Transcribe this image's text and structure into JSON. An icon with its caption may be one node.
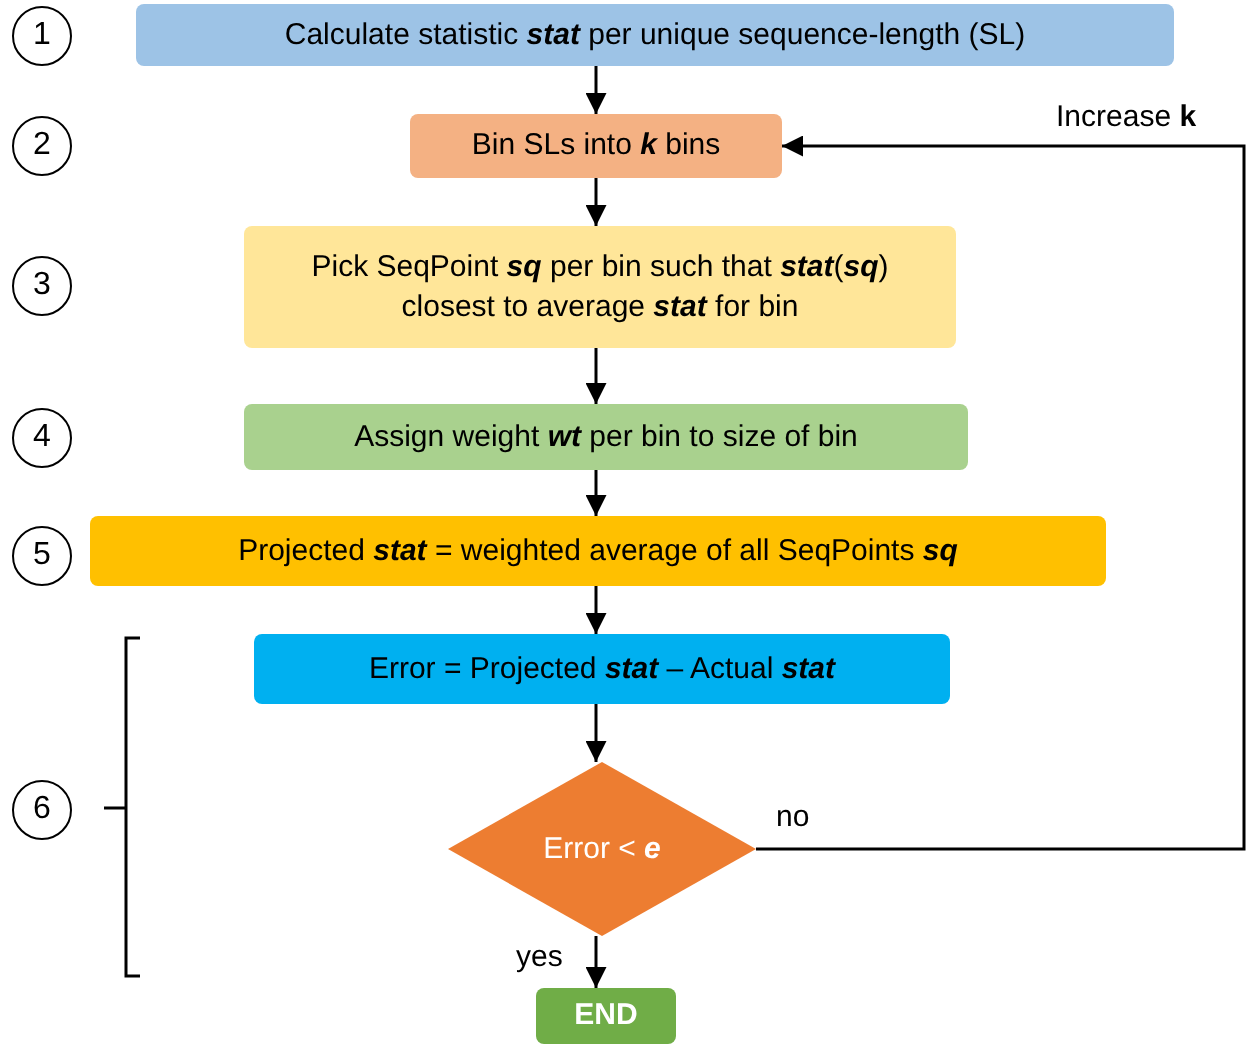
{
  "diagram": {
    "nodes": [
      {
        "text": [
          "1"
        ]
      },
      {
        "text": [
          "Calculate statistic **stat** per unique sequence-length (SL)"
        ]
      },
      {
        "text": [
          "2"
        ]
      },
      {
        "text": [
          "Bin SLs into **k** bins"
        ]
      },
      {
        "text": [
          "3"
        ]
      },
      {
        "text": [
          "Pick SeqPoint **sq** per bin such that **stat**(**sq**) closest to average **stat** for bin"
        ]
      },
      {
        "text": [
          "4"
        ]
      },
      {
        "text": [
          "Assign weight **wt** per bin to size of bin"
        ]
      },
      {
        "text": [
          "5"
        ]
      },
      {
        "text": [
          "Projected **stat** = weighted average of all SeqPoints **sq**"
        ]
      },
      {
        "text": [
          "Error = Projected **stat** – Actual **stat**"
        ]
      },
      {
        "text": [
          "6"
        ]
      },
      {
        "text": [
          "Error < **e**"
        ]
      },
      {
        "text": [
          "END"
        ]
      }
    ],
    "edges": [
      {
        "from": 1,
        "to": 3,
        "arrow": "to"
      },
      {
        "from": 3,
        "to": 5,
        "arrow": "to"
      },
      {
        "from": 5,
        "to": 7,
        "arrow": "to"
      },
      {
        "from": 7,
        "to": 9,
        "arrow": "to"
      },
      {
        "from": 9,
        "to": 10,
        "arrow": "to"
      },
      {
        "from": 10,
        "to": 12,
        "arrow": "to"
      },
      {
        "from": 12,
        "to": 13,
        "label": "yes",
        "arrow": "to"
      },
      {
        "from": 12,
        "to": 3,
        "label": "no",
        "arrow": "to"
      }
    ],
    "labels": [
      "Increase **k**"
    ]
  }
}
